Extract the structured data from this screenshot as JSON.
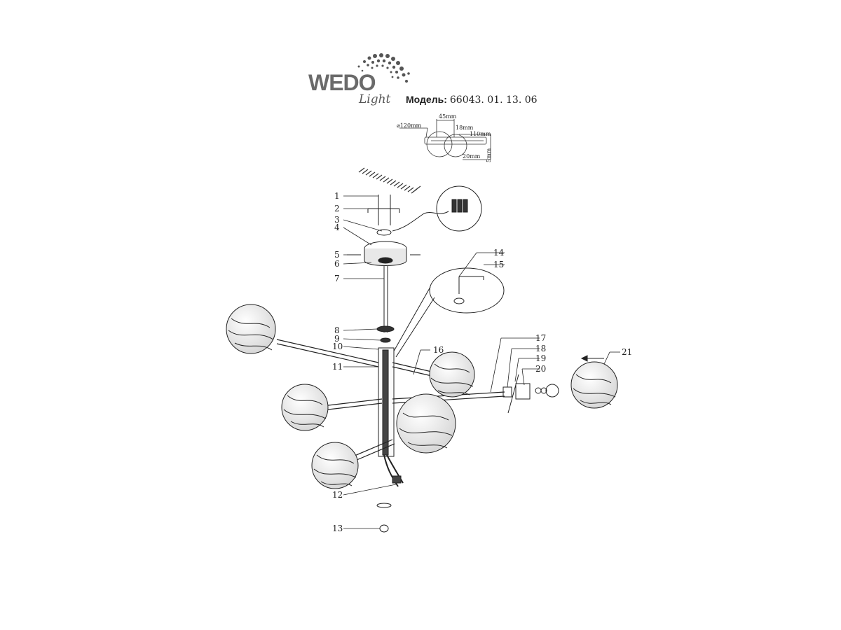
{
  "logo": {
    "text": "WEDO",
    "subtext": "Light"
  },
  "model": {
    "label": "Модель:",
    "value": "66043. 01. 13. 06"
  },
  "dimensions": [
    "⌀120mm",
    "45mm",
    "18mm",
    "110mm",
    "20mm",
    "5mm"
  ],
  "part_numbers": [
    "1",
    "2",
    "3",
    "4",
    "5",
    "6",
    "7",
    "8",
    "9",
    "10",
    "11",
    "12",
    "13",
    "14",
    "15",
    "16",
    "17",
    "18",
    "19",
    "20",
    "21"
  ]
}
